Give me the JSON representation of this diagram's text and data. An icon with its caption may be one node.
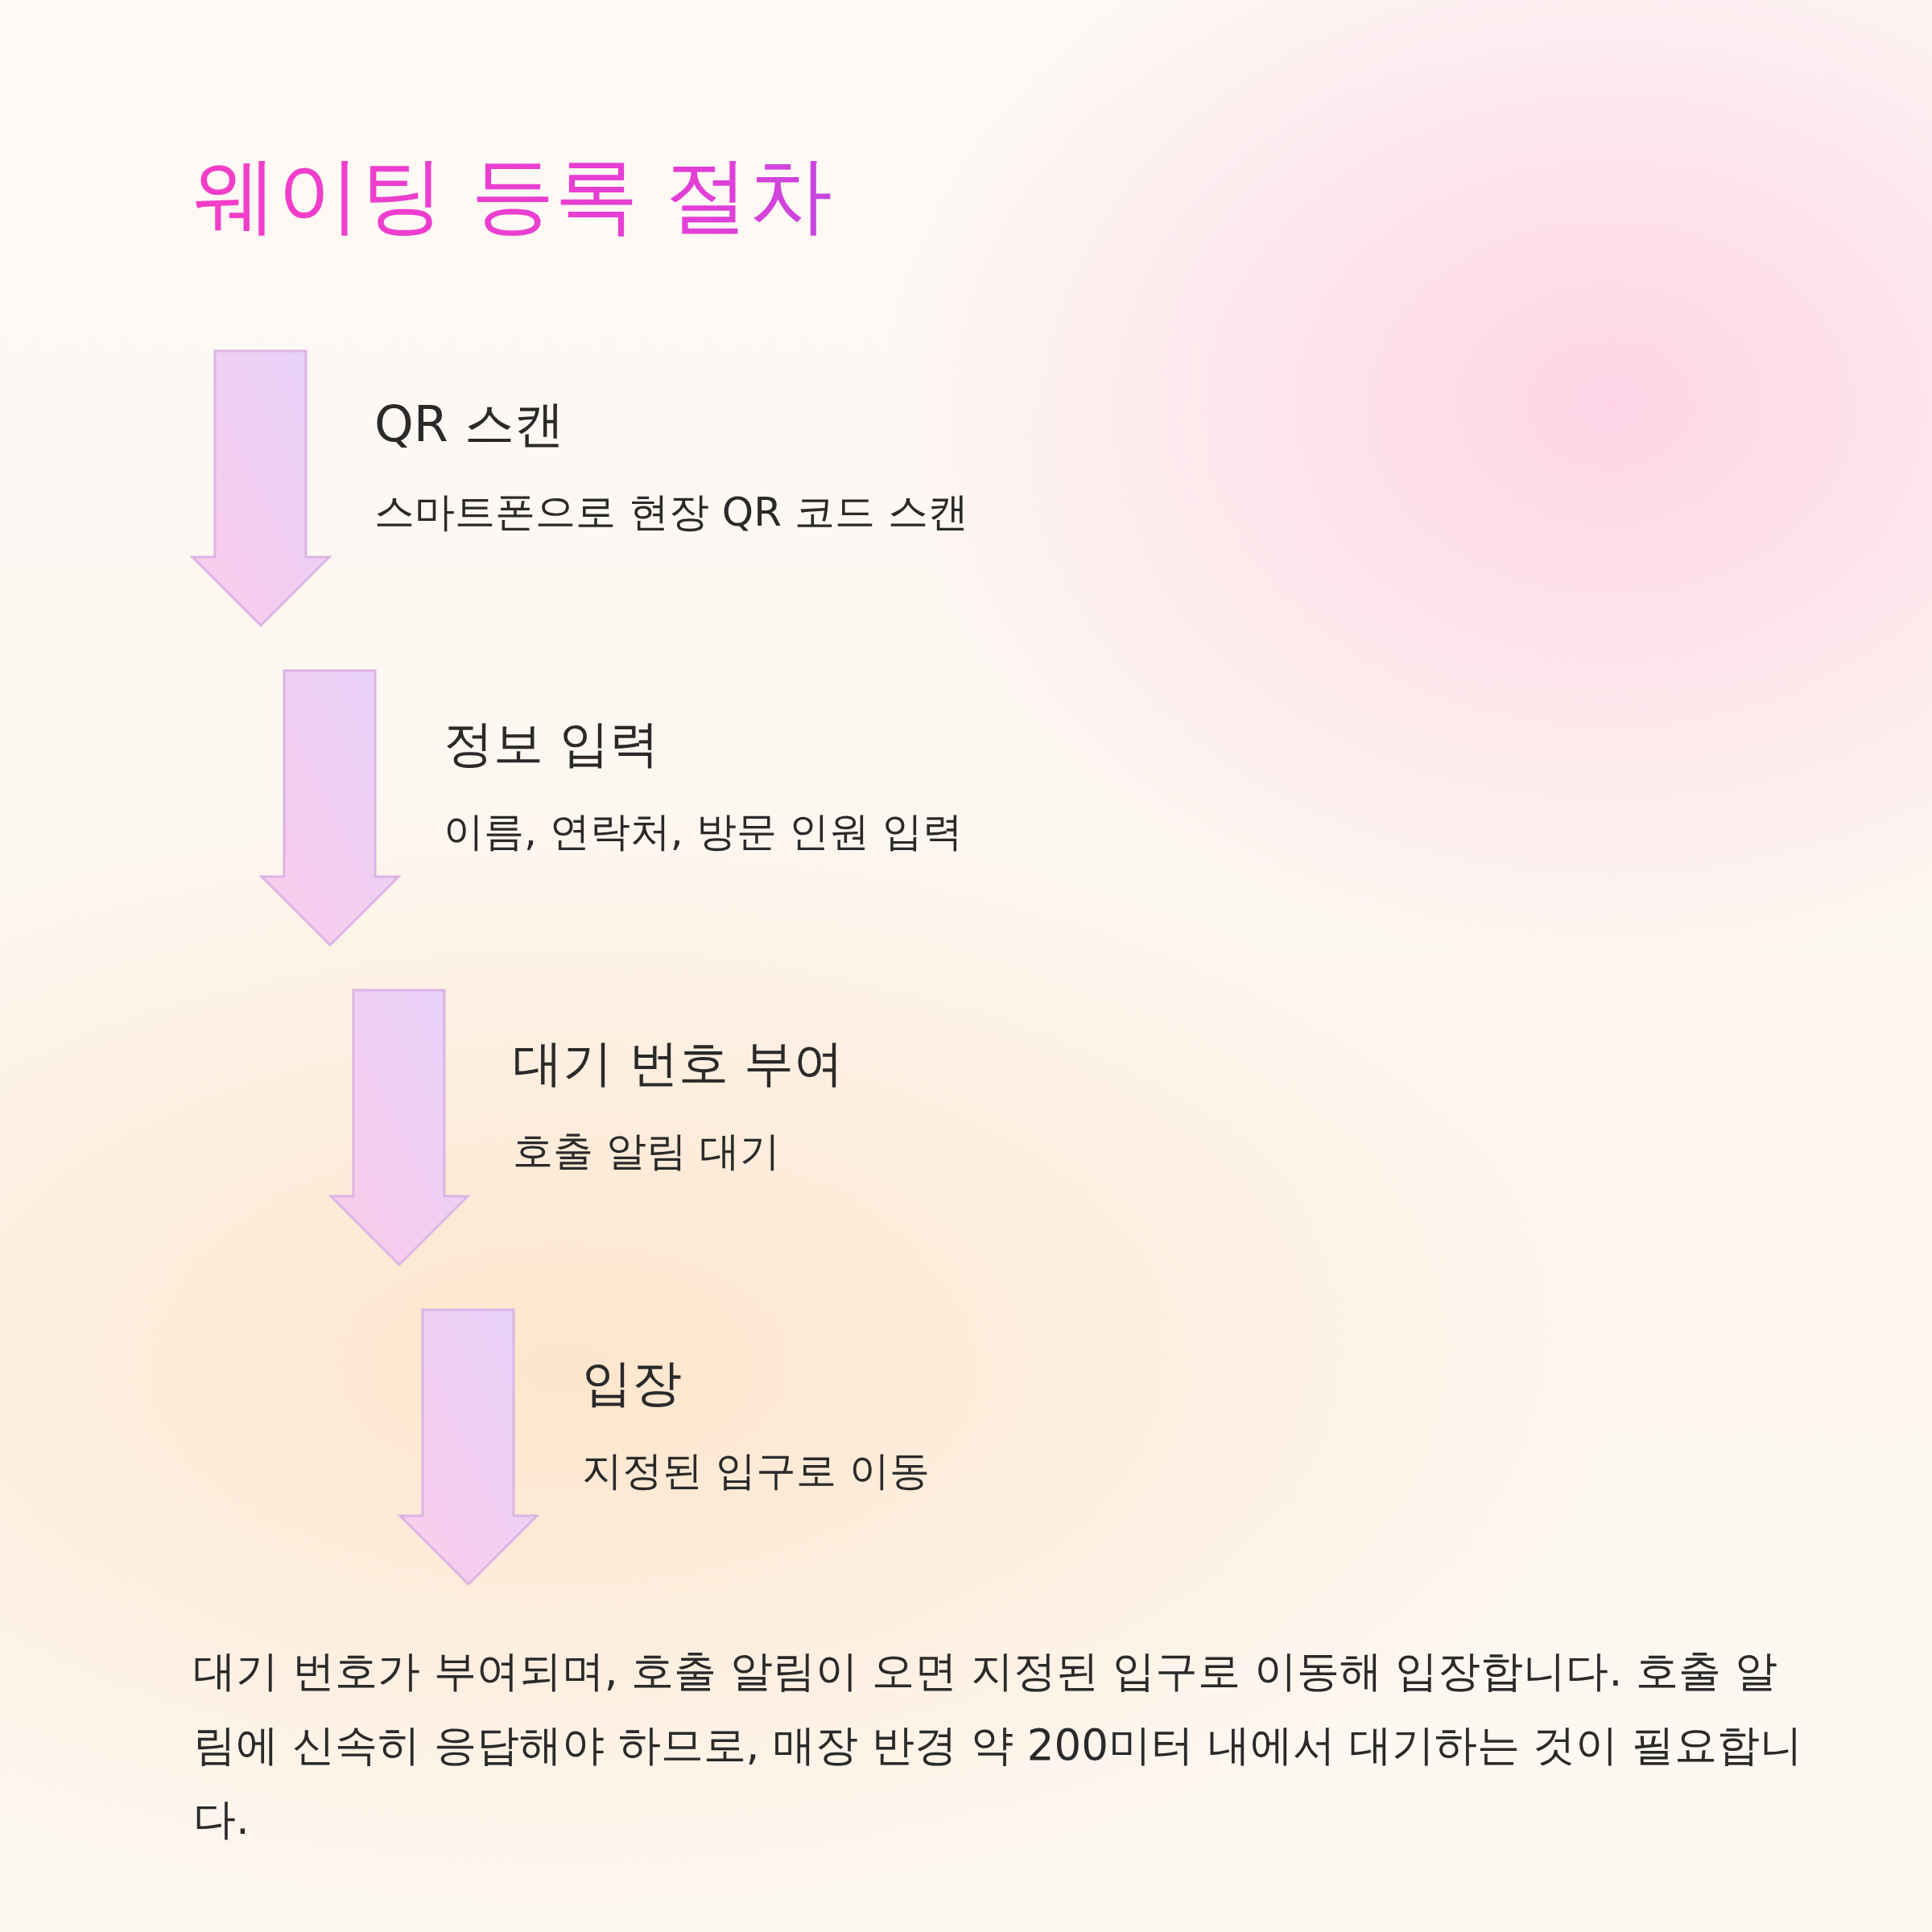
{
  "diagram": {
    "title": "웨이팅 등록 절차",
    "nodes": [
      {
        "text": [
          "QR 스캔",
          "스마트폰으로 현장 QR 코드 스캔"
        ]
      },
      {
        "text": [
          "정보 입력",
          "이름, 연락처, 방문 인원 입력"
        ]
      },
      {
        "text": [
          "대기 번호 부여",
          "호출 알림 대기"
        ]
      },
      {
        "text": [
          "입장",
          "지정된 입구로 이동"
        ]
      }
    ],
    "labels": [
      "대기 번호가 부여되며, 호출 알림이 오면 지정된 입구로 이동해 입장합니다. 호출 알림에 신속히 응답해야 하므로, 매장 반경 약 200미터 내에서 대기하는 것이 필요합니다."
    ]
  }
}
